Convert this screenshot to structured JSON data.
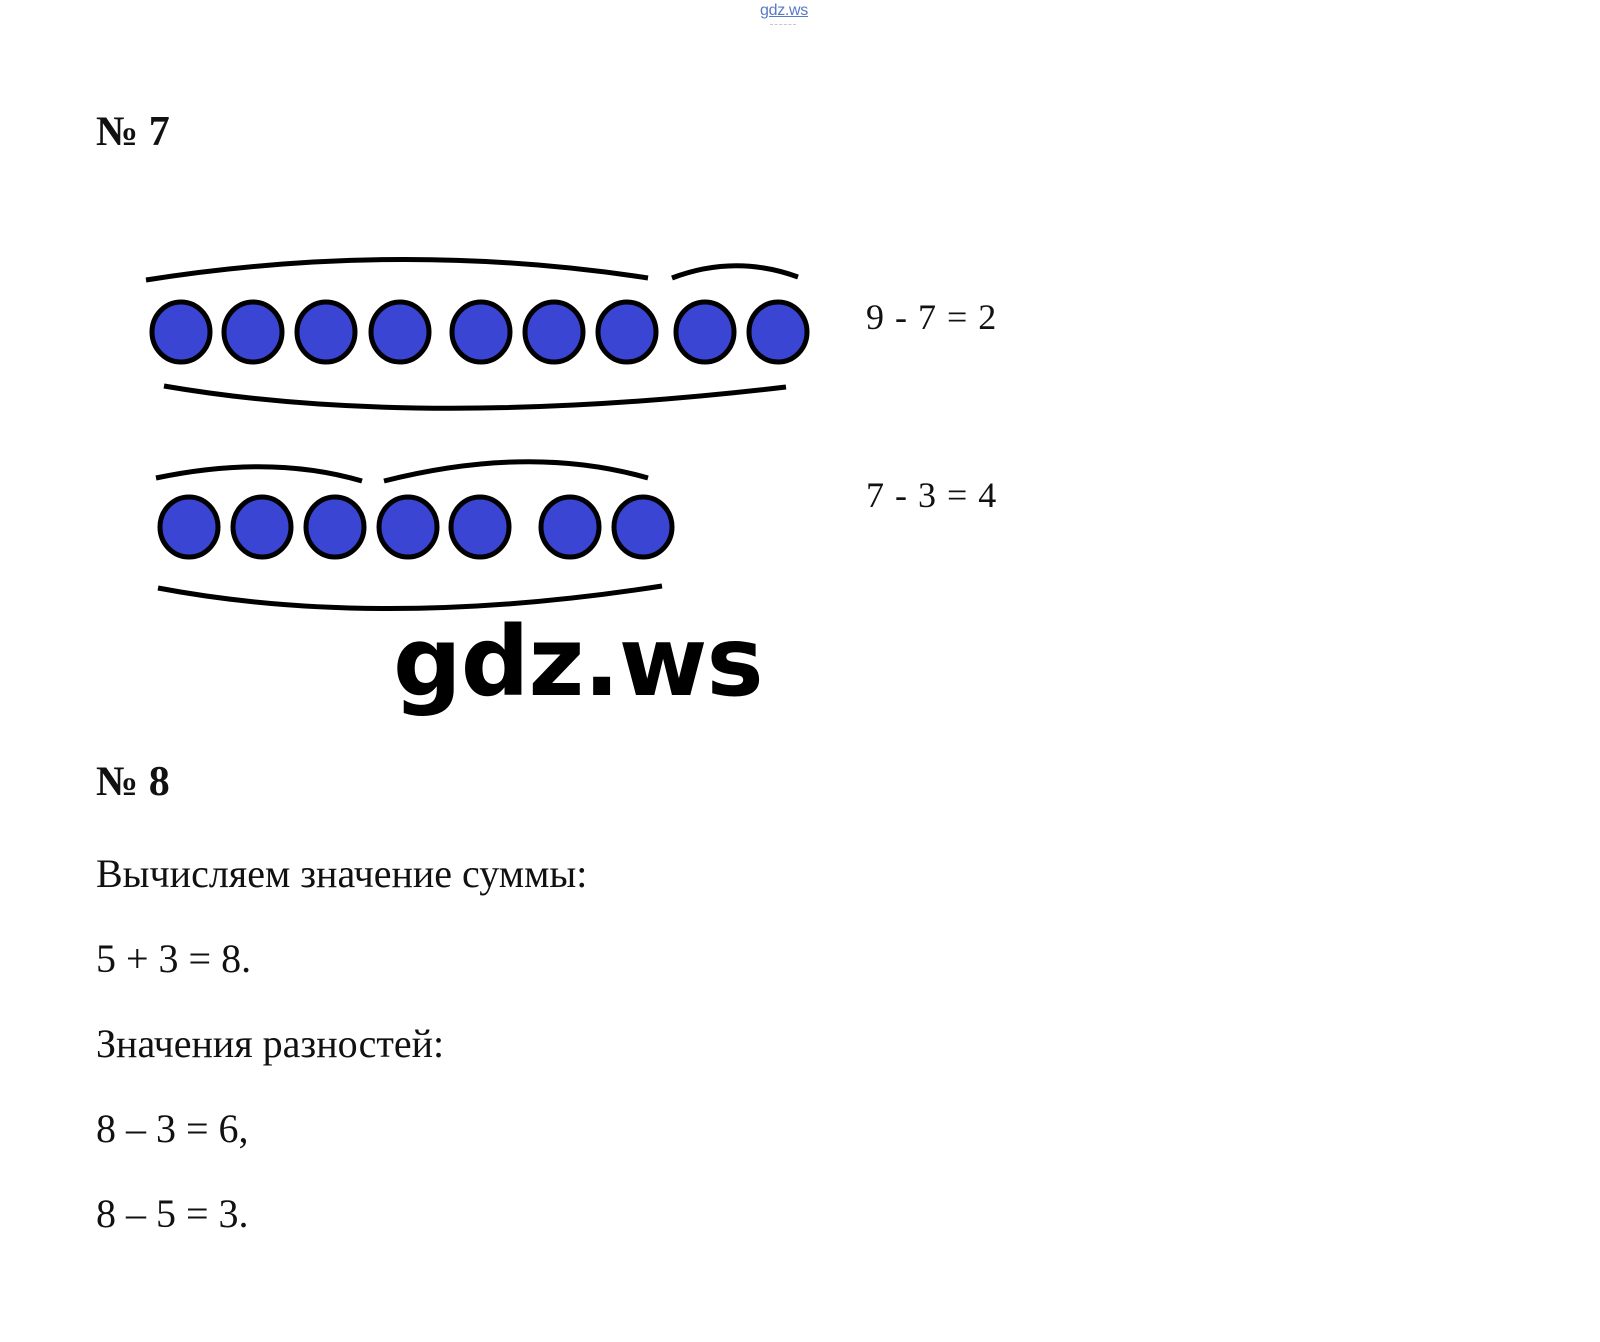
{
  "header": {
    "site_mark": "gdz.ws"
  },
  "task7": {
    "number": "№ 7",
    "row1": {
      "equation": "9 - 7 = 2",
      "bead_count": 9
    },
    "row2": {
      "equation": "7 - 3 = 4",
      "bead_count": 7
    }
  },
  "watermark": "gdz.ws",
  "task8": {
    "number": "№ 8",
    "lines": [
      "Вычисляем значение суммы:",
      "5 + 3 = 8.",
      "Значения разностей:",
      "8 – 3 = 6,",
      "8 – 5 = 3."
    ]
  },
  "colors": {
    "bead_fill": "#3a45d4",
    "bead_stroke": "#000000"
  }
}
